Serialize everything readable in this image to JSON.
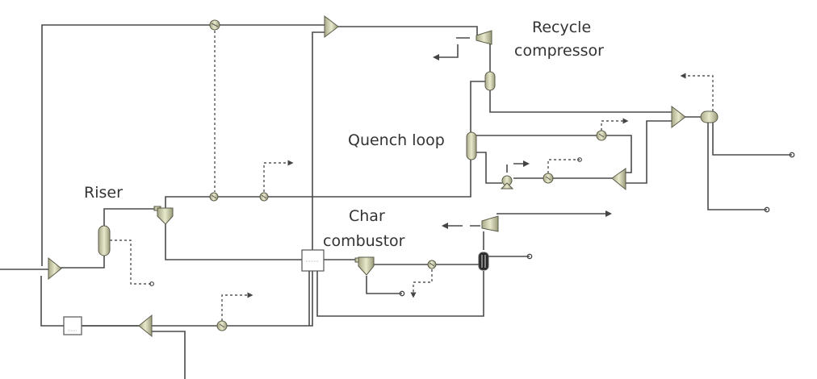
{
  "diagram": {
    "type": "process flowsheet",
    "labels": {
      "recycle_compressor_line1": "Recycle",
      "recycle_compressor_line2": "compressor",
      "quench_loop": "Quench loop",
      "riser": "Riser",
      "char_combustor_line1": "Char",
      "char_combustor_line2": "combustor"
    },
    "colors": {
      "stream": "#4a4a4a",
      "equipment_fill": "#d8d8b8",
      "equipment_stroke": "#5a5a48",
      "background": "#ffffff"
    },
    "equipment": [
      {
        "id": "mixer-top",
        "kind": "mixer"
      },
      {
        "id": "recycle-compressor",
        "kind": "compressor"
      },
      {
        "id": "flash-drum-top",
        "kind": "flash-vertical"
      },
      {
        "id": "quench-column",
        "kind": "column"
      },
      {
        "id": "mixer-right",
        "kind": "mixer"
      },
      {
        "id": "separator-right",
        "kind": "horizontal-drum"
      },
      {
        "id": "quench-pump",
        "kind": "pump"
      },
      {
        "id": "splitter-quench",
        "kind": "splitter"
      },
      {
        "id": "riser-reactor",
        "kind": "reactor"
      },
      {
        "id": "riser-cyclone",
        "kind": "cyclone"
      },
      {
        "id": "feed-mixer",
        "kind": "mixer"
      },
      {
        "id": "char-combustor-block",
        "kind": "reactor-block"
      },
      {
        "id": "combustor-cyclone",
        "kind": "cyclone"
      },
      {
        "id": "heat-exchanger-combustor",
        "kind": "heat-exchanger"
      },
      {
        "id": "turbine-combustor",
        "kind": "turbine"
      },
      {
        "id": "splitter-bottom",
        "kind": "splitter"
      },
      {
        "id": "block-bottom",
        "kind": "block"
      }
    ]
  }
}
